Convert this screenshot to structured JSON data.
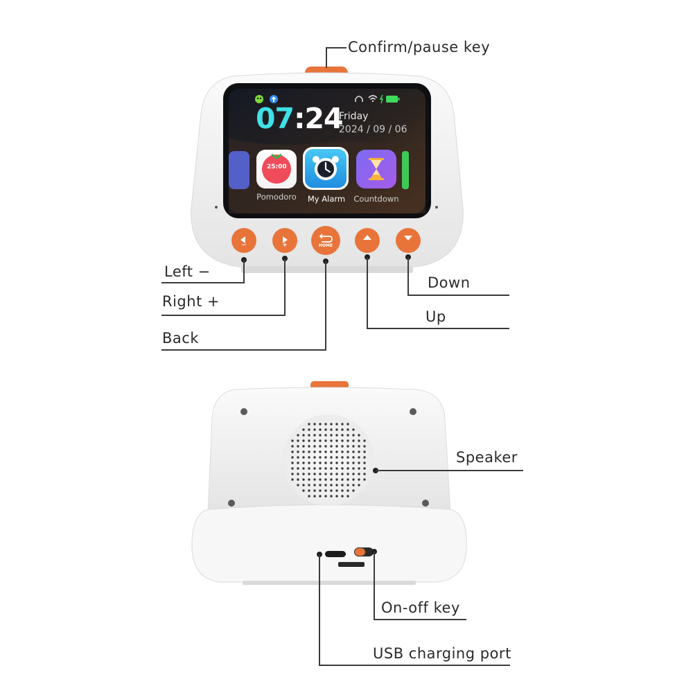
{
  "colors": {
    "accent_orange": "#E8743A",
    "body_white": "#F2F2F2",
    "screen_dark": "#1A1F2B",
    "time_cyan": "#3FE0E6"
  },
  "screen": {
    "time_hours": "07",
    "time_sep": ":",
    "time_minutes": "24",
    "weekday": "Friday",
    "date": "2024 / 09 / 06",
    "apps": [
      {
        "label": "Pomodoro",
        "icon": "tomato-timer-icon",
        "inner_text": "25:00"
      },
      {
        "label": "My Alarm",
        "icon": "alarm-clock-icon"
      },
      {
        "label": "Countdown",
        "icon": "hourglass-icon"
      }
    ],
    "status_icons": [
      "robot-icon",
      "upload-icon",
      "headphones-icon",
      "wifi-icon",
      "battery-icon"
    ]
  },
  "buttons": {
    "home_label": "HOME",
    "left_sub": "−",
    "right_sub": "+"
  },
  "labels": {
    "confirm": "Confirm/pause key",
    "left": "Left −",
    "right": "Right +",
    "back": "Back",
    "down": "Down",
    "up": "Up",
    "speaker": "Speaker",
    "onoff": "On-off key",
    "usb": "USB charging port"
  }
}
